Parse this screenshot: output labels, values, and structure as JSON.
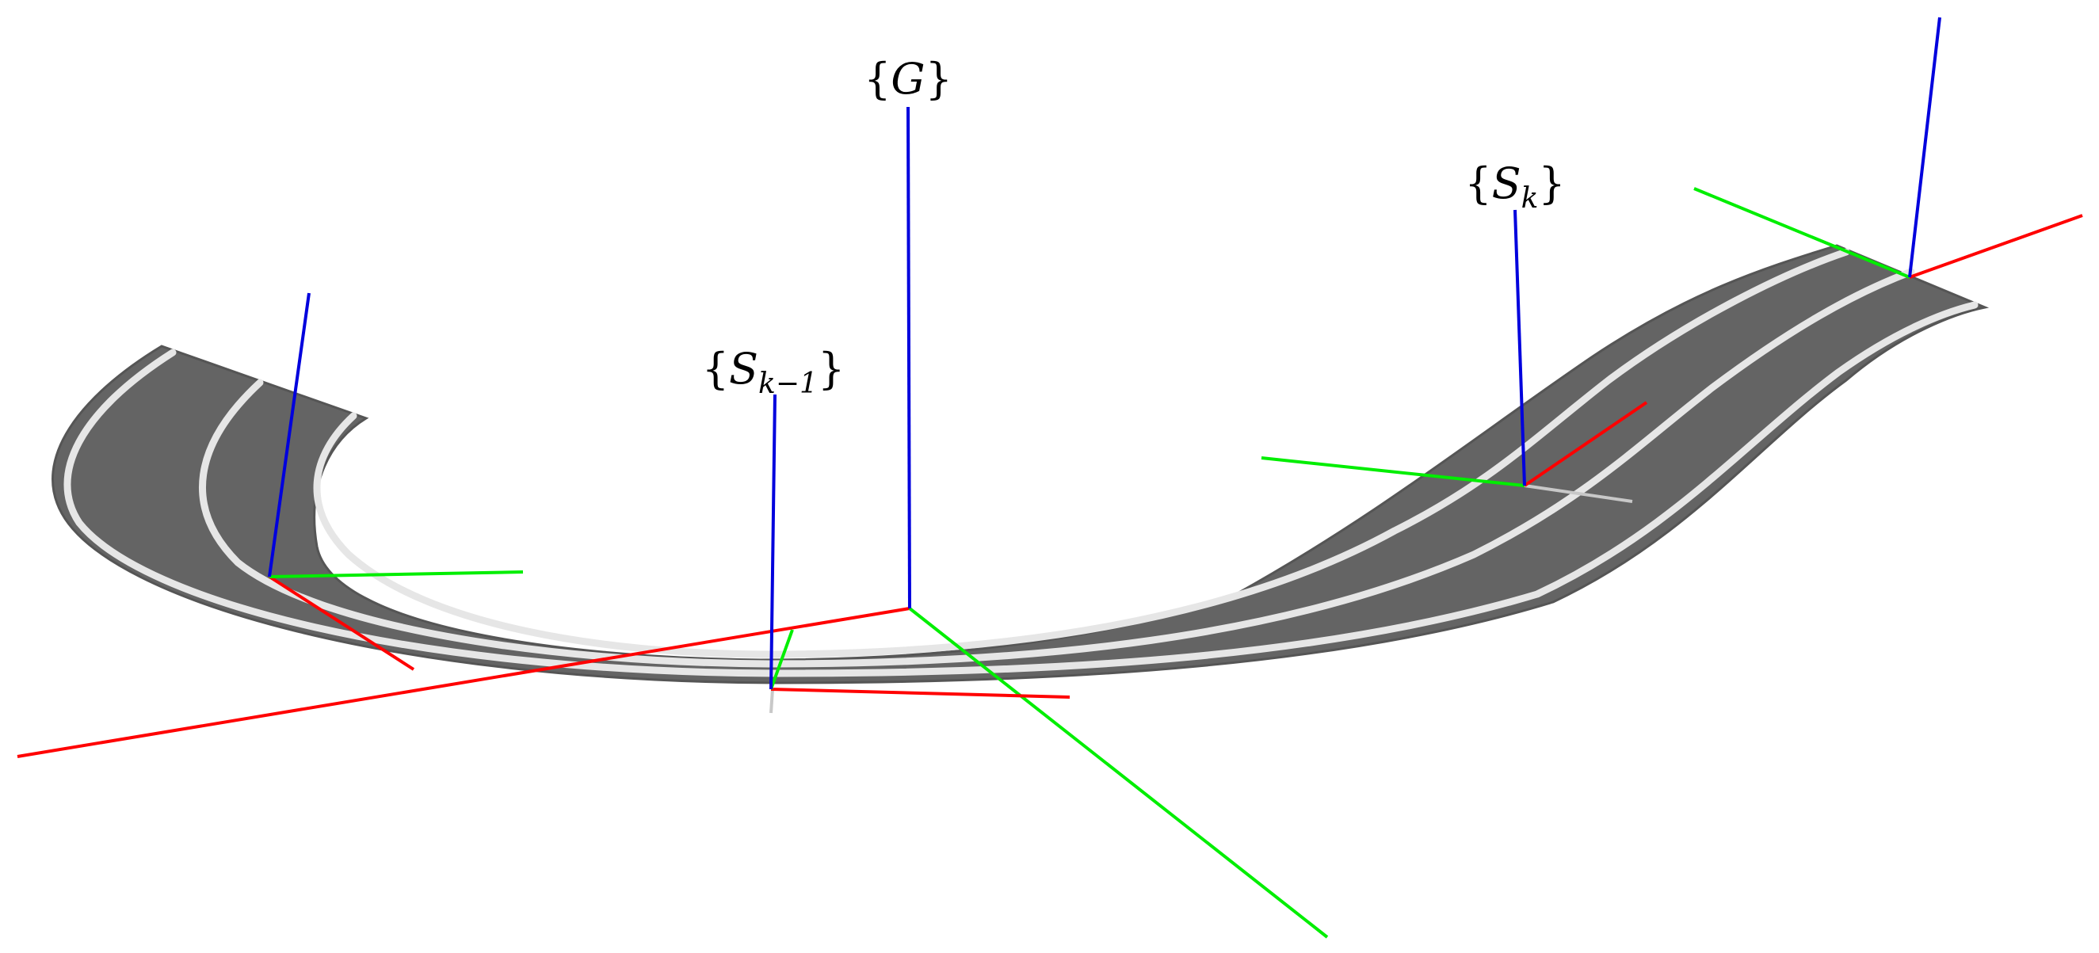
{
  "frames": {
    "global": {
      "label_open": "{",
      "symbol": "G",
      "subscript": "",
      "label_close": "}"
    },
    "previous": {
      "label_open": "{",
      "symbol": "S",
      "subscript": "k−1",
      "label_close": "}"
    },
    "current": {
      "label_open": "{",
      "symbol": "S",
      "subscript": "k",
      "label_close": "}"
    }
  },
  "colors": {
    "road_surface": "#646464",
    "road_edge": "#555555",
    "lane_marking": "#e6e6e6",
    "x_axis": "#ff0000",
    "y_axis": "#00ee00",
    "z_axis": "#0000dd",
    "section_boundary": "#c8c8c8",
    "label_text": "#000000",
    "background": "#ffffff"
  }
}
